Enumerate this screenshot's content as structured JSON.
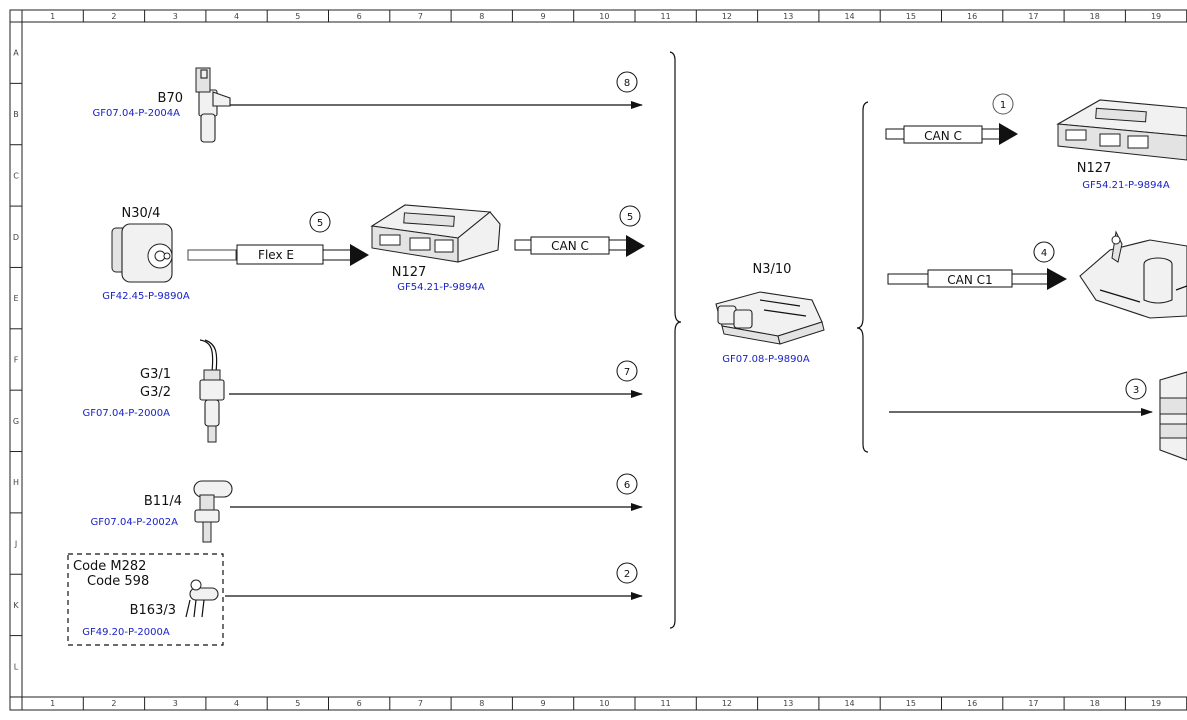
{
  "frame": {
    "col_numbers": [
      "1",
      "2",
      "3",
      "4",
      "5",
      "6",
      "7",
      "8",
      "9",
      "10",
      "11",
      "12",
      "13",
      "14",
      "15",
      "16",
      "17",
      "18",
      "19"
    ],
    "row_letters": [
      "A",
      "B",
      "C",
      "D",
      "E",
      "F",
      "G",
      "H",
      "J",
      "K",
      "L"
    ]
  },
  "inputs": [
    {
      "id": "b70",
      "label": "B70",
      "ref": "GF07.04-P-2004A",
      "signal": "8"
    },
    {
      "id": "n30_4",
      "label": "N30/4",
      "ref": "GF42.45-P-9890A",
      "signal": "5"
    },
    {
      "id": "g3",
      "label_1": "G3/1",
      "label_2": "G3/2",
      "ref": "GF07.04-P-2000A",
      "signal": "7"
    },
    {
      "id": "b11_4",
      "label": "B11/4",
      "ref": "GF07.04-P-2002A",
      "signal": "6"
    },
    {
      "id": "b163_3",
      "code_1": "Code M282",
      "code_2": "Code 598",
      "label": "B163/3",
      "ref": "GF49.20-P-2000A",
      "signal": "2"
    }
  ],
  "bus_labels": {
    "flex_e": "Flex E",
    "can_c": "CAN C",
    "can_c1": "CAN C1"
  },
  "n127_mid": {
    "label": "N127",
    "ref": "GF54.21-P-9894A",
    "signal": "5"
  },
  "center": {
    "label": "N3/10",
    "ref": "GF07.08-P-9890A"
  },
  "outputs": [
    {
      "id": "n127",
      "label": "N127",
      "ref": "GF54.21-P-9894A",
      "signal": "1"
    },
    {
      "id": "out4",
      "signal": "4"
    },
    {
      "id": "out3",
      "signal": "3"
    }
  ]
}
